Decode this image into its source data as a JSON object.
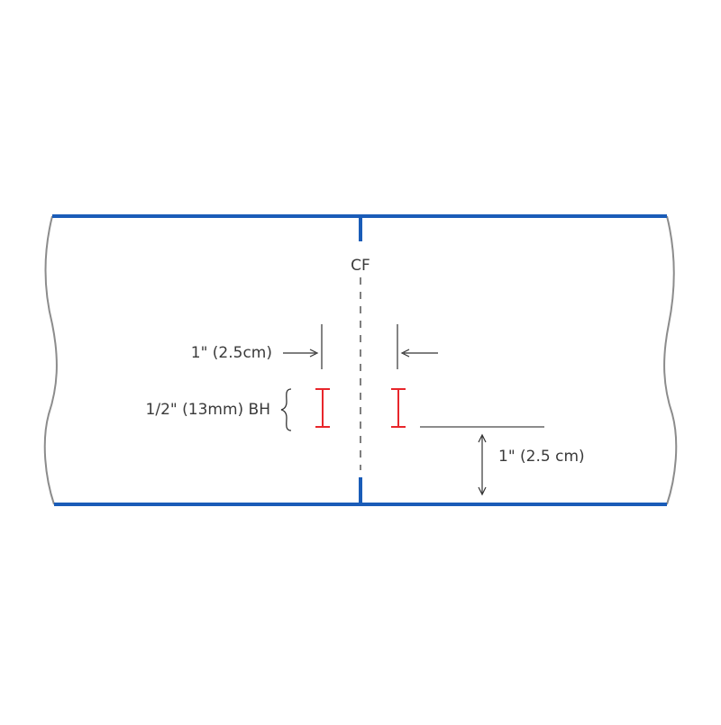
{
  "labels": {
    "center_front": "CF",
    "spacing_left": "1\" (2.5cm)",
    "buttonhole": "1/2\" (13mm) BH",
    "spacing_bottom": "1\" (2.5 cm)"
  },
  "colors": {
    "band_edge": "#1a5cb8",
    "buttonhole": "#e8262b",
    "outline": "#8c8c8c",
    "line": "#333333",
    "text": "#3a3a3a"
  }
}
